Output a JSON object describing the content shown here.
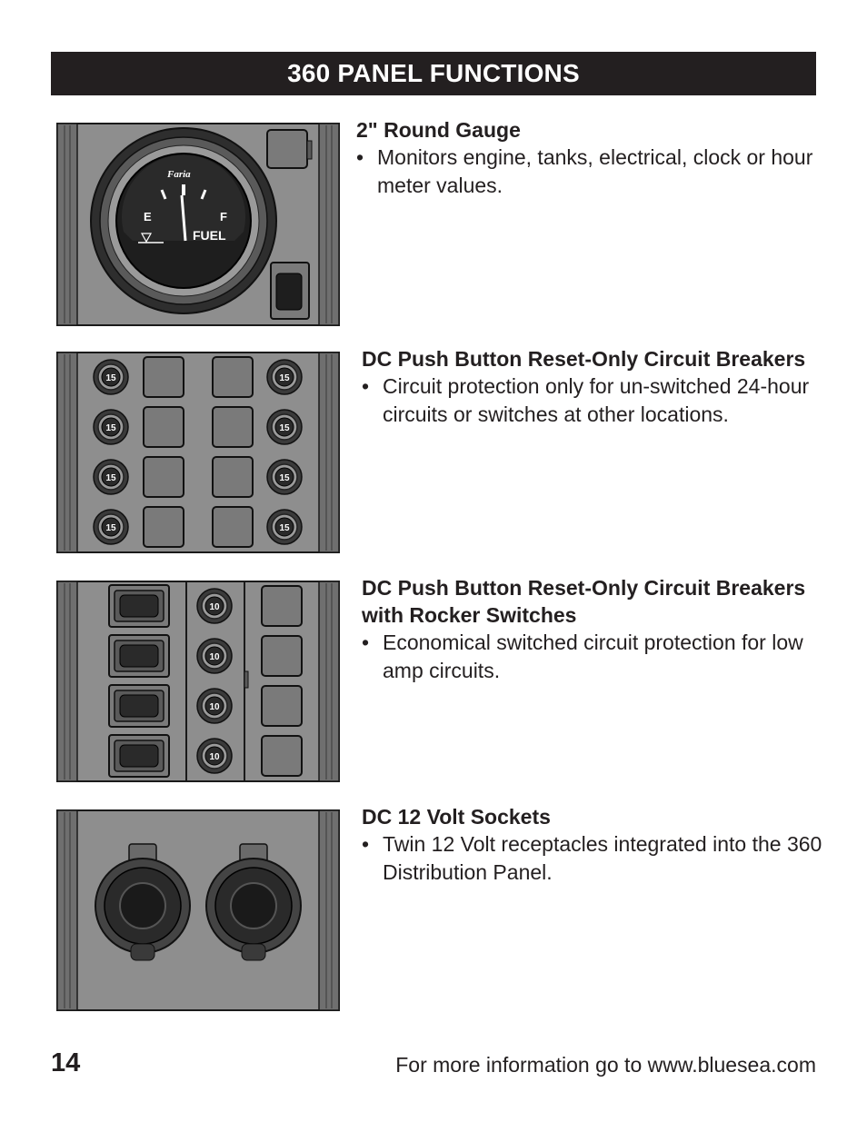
{
  "header": {
    "title": "360 PANEL FUNCTIONS"
  },
  "sections": [
    {
      "title": "2\" Round Gauge",
      "bullets": [
        "Monitors engine, tanks, electrical, clock or hour meter values."
      ],
      "gauge": {
        "brand": "Faria",
        "left_mark": "E",
        "right_mark": "F",
        "label": "FUEL"
      }
    },
    {
      "title": "DC Push Button Reset-Only Circuit Breakers",
      "bullets": [
        "Circuit protection only for un-switched 24-hour circuits or switches at other locations."
      ],
      "breaker_rating": "15"
    },
    {
      "title": "DC Push Button Reset-Only Circuit Breakers with Rocker Switches",
      "bullets": [
        "Economical switched circuit protection for low amp circuits."
      ],
      "breaker_rating": "10"
    },
    {
      "title": "DC 12 Volt Sockets",
      "bullets": [
        "Twin 12 Volt receptacles integrated into the 360 Distribution Panel."
      ]
    }
  ],
  "footer": {
    "page_number": "14",
    "note": "For more information go to www.bluesea.com"
  },
  "colors": {
    "panel": "#8c8c8c",
    "panel_dark": "#2b2b2b",
    "bar": "#231f20"
  }
}
